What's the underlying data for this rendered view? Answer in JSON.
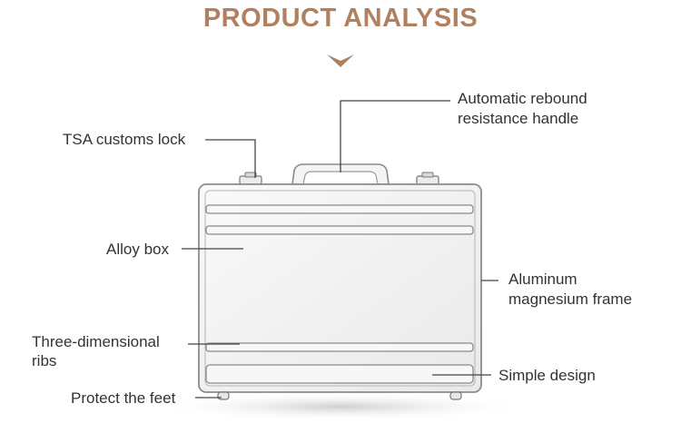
{
  "header": {
    "title": "PRODUCT ANALYSIS",
    "accent_color": "#b08060",
    "icon": "chevron-down-icon"
  },
  "labels": {
    "tsa_lock": "TSA customs lock",
    "handle_line1": "Automatic rebound",
    "handle_line2": "resistance handle",
    "alloy_box": "Alloy box",
    "frame_line1": "Aluminum",
    "frame_line2": "magnesium frame",
    "ribs_line1": "Three-dimensional",
    "ribs_line2": "ribs",
    "simple_design": "Simple design",
    "feet": "Protect the feet"
  }
}
